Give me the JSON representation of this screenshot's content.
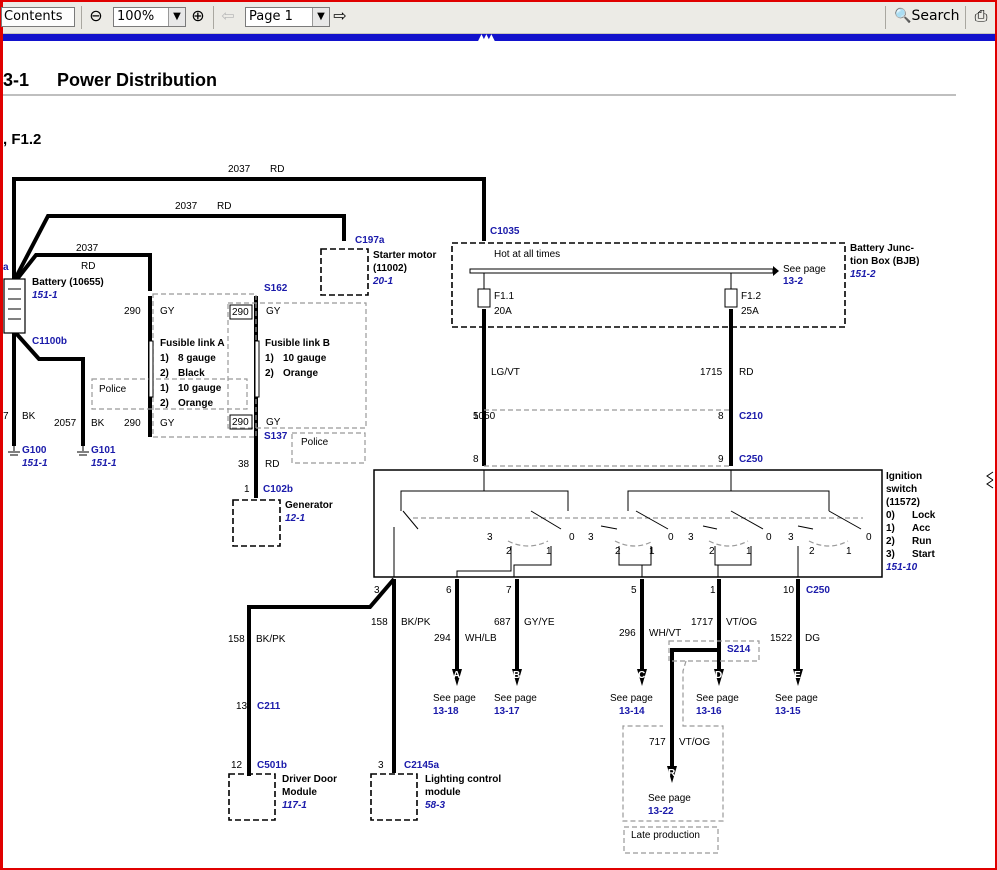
{
  "toolbar": {
    "contents_label": "Contents",
    "zoom_value": "100%",
    "page_value": "Page 1",
    "search_label": "Search"
  },
  "page": {
    "title_number": "3-1",
    "title": "Power Distribution",
    "subtitle": ", F1.2"
  },
  "diagram": {
    "wire_2037_top": "2037",
    "rd_top": "RD",
    "wire_2037_mid": "2037",
    "rd_mid": "RD",
    "wire_2037_low": "2037",
    "rd_low": "RD",
    "c1035": "C1035",
    "c197a": "C197a",
    "starter_motor": "Starter motor",
    "starter_num": "(11002)",
    "starter_ref": "20-1",
    "bjb_line1": "Battery Junc-",
    "bjb_line2": "tion Box (BJB)",
    "bjb_ref": "151-2",
    "hot_at_all_times": "Hot at all times",
    "see_page": "See page",
    "see_page_ref_13_2": "13-2",
    "f11": "F1.1",
    "f11_amp": "20A",
    "f12": "F1.2",
    "f12_amp": "25A",
    "battery_a": "a",
    "battery_label": "Battery (10655)",
    "battery_ref": "151-1",
    "c1100b": "C1100b",
    "w290_a": "290",
    "gy_a": "GY",
    "s162": "S162",
    "w290_b": "290",
    "gy_b": "GY",
    "fla_title": "Fusible link A",
    "fla_1n": "1)",
    "fla_1": "8 gauge",
    "fla_2n": "2)",
    "fla_2": "Black",
    "fla_3n": "1)",
    "fla_3": "10 gauge",
    "fla_4n": "2)",
    "fla_4": "Orange",
    "flb_title": "Fusible link B",
    "flb_1n": "1)",
    "flb_1": "10 gauge",
    "flb_2n": "2)",
    "flb_2": "Orange",
    "police_a": "Police",
    "police_b": "Police",
    "w1050": "1050",
    "lgvt": "LG/VT",
    "w1715": "1715",
    "rd_1715": "RD",
    "w7": "7",
    "bk_a": "BK",
    "w2057": "2057",
    "bk_b": "BK",
    "w290_c": "290",
    "gy_c": "GY",
    "w290_d": "290",
    "gy_d": "GY",
    "pin5": "5",
    "pin8a": "8",
    "c210": "C210",
    "s137": "S137",
    "g100": "G100",
    "g100_ref": "151-1",
    "g101": "G101",
    "g101_ref": "151-1",
    "w38": "38",
    "rd_38": "RD",
    "pin8b": "8",
    "pin9": "9",
    "c250_top": "C250",
    "pin1_gen": "1",
    "c102b": "C102b",
    "generator": "Generator",
    "generator_ref": "12-1",
    "ign_1": "Ignition",
    "ign_2": "switch",
    "ign_3": "(11572)",
    "pos0n": "0)",
    "pos0": "Lock",
    "pos1n": "1)",
    "pos1": "Acc",
    "pos2n": "2)",
    "pos2": "Run",
    "pos3n": "3)",
    "pos3": "Start",
    "ign_ref": "151-10",
    "sw_nums": [
      "3",
      "2",
      "1",
      "0",
      "3",
      "2",
      "1",
      "0",
      "3",
      "2",
      "1",
      "0",
      "3",
      "2",
      "1",
      "0"
    ],
    "pin3": "3",
    "pin6": "6",
    "pin7": "7",
    "pin5b": "5",
    "pin1b": "1",
    "pin10": "10",
    "c250_bot": "C250",
    "w158_a": "158",
    "bkpk_a": "BK/PK",
    "w158_b": "158",
    "bkpk_b": "BK/PK",
    "w294": "294",
    "whlb": "WH/LB",
    "w687": "687",
    "gyye": "GY/YE",
    "w296": "296",
    "whvt": "WH/VT",
    "w1717": "1717",
    "vtog_a": "VT/OG",
    "w1522": "1522",
    "dg": "DG",
    "s214": "S214",
    "conn_a": "A",
    "conn_b": "B",
    "conn_c": "C",
    "conn_d": "D",
    "conn_e": "E",
    "conn_r": "R",
    "see_a": "See page",
    "ref_a": "13-18",
    "see_b": "See page",
    "ref_b": "13-17",
    "see_c": "See page",
    "ref_c": "13-14",
    "see_d": "See page",
    "ref_d": "13-16",
    "see_e": "See page",
    "ref_e": "13-15",
    "pin13": "13",
    "c211": "C211",
    "w717": "717",
    "vtog_b": "VT/OG",
    "see_r": "See page",
    "ref_r": "13-22",
    "pin12": "12",
    "c501b": "C501b",
    "ddm_1": "Driver Door",
    "ddm_2": "Module",
    "ddm_ref": "117-1",
    "pin3b": "3",
    "c2145a": "C2145a",
    "lcm_1": "Lighting control",
    "lcm_2": "module",
    "lcm_ref": "58-3",
    "late_production": "Late production"
  }
}
